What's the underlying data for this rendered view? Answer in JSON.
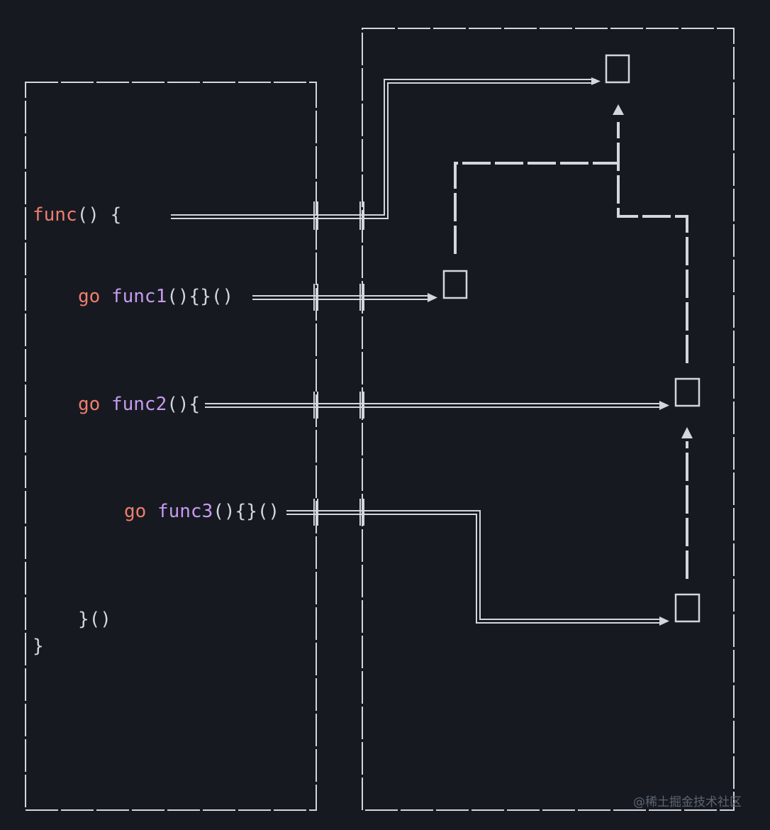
{
  "colors": {
    "background": "#161a20",
    "line": "#d3d6dc",
    "keyword": "#f07d6e",
    "function_name": "#c79af0",
    "punctuation": "#d3d6dc",
    "watermark": "#5d6470"
  },
  "code": {
    "line1": {
      "keyword": "func",
      "rest": "() {"
    },
    "line2": {
      "keyword": "go",
      "fn": "func1",
      "rest": "(){}()"
    },
    "line3": {
      "keyword": "go",
      "fn": "func2",
      "rest": "(){"
    },
    "line4": {
      "keyword": "go",
      "fn": "func3",
      "rest": "(){}()"
    },
    "line5": {
      "text": "}()"
    },
    "line6": {
      "text": "}"
    }
  },
  "watermark": "@稀土掘金技术社区"
}
